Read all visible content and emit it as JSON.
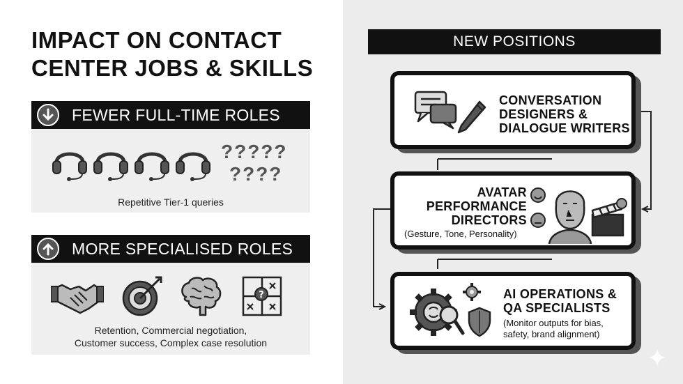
{
  "main_title": {
    "line1": "IMPACT ON CONTACT",
    "line2": "CENTER JOBS & SKILLS"
  },
  "fewer_roles": {
    "heading": "FEWER FULL-TIME ROLES",
    "question_line1": "?????",
    "question_line2": "????",
    "caption": "Repetitive Tier-1 queries"
  },
  "more_roles": {
    "heading": "MORE SPECIALISED ROLES",
    "caption_line1": "Retention, Commercial negotiation,",
    "caption_line2": "Customer success, Complex case resolution"
  },
  "new_positions": {
    "heading": "NEW POSITIONS",
    "cards": [
      {
        "title_lines": [
          "CONVERSATION",
          "DESIGNERS &",
          "DIALOGUE WRITERS"
        ],
        "subtitle": ""
      },
      {
        "title_lines": [
          "AVATAR",
          "PERFORMANCE",
          "DIRECTORS"
        ],
        "subtitle": "(Gesture, Tone, Personality)"
      },
      {
        "title_lines": [
          "AI OPERATIONS &",
          "QA SPECIALISTS"
        ],
        "subtitle_lines": [
          "(Monitor outputs for bias,",
          "safety, brand alignment)"
        ]
      }
    ]
  },
  "icons": [
    "arrow-down-icon",
    "headset-icon",
    "arrow-up-icon",
    "handshake-icon",
    "target-icon",
    "brain-icon",
    "puzzle-icon",
    "chat-bubbles-icon",
    "pen-icon",
    "avatar-head-icon",
    "emoji-icon",
    "clapperboard-icon",
    "gear-icon",
    "magnifier-icon",
    "shield-icon",
    "sparkle-icon"
  ],
  "colors": {
    "dark": "#111111",
    "mid": "#555555",
    "panel": "#efefef",
    "right_bg": "#ececec"
  }
}
